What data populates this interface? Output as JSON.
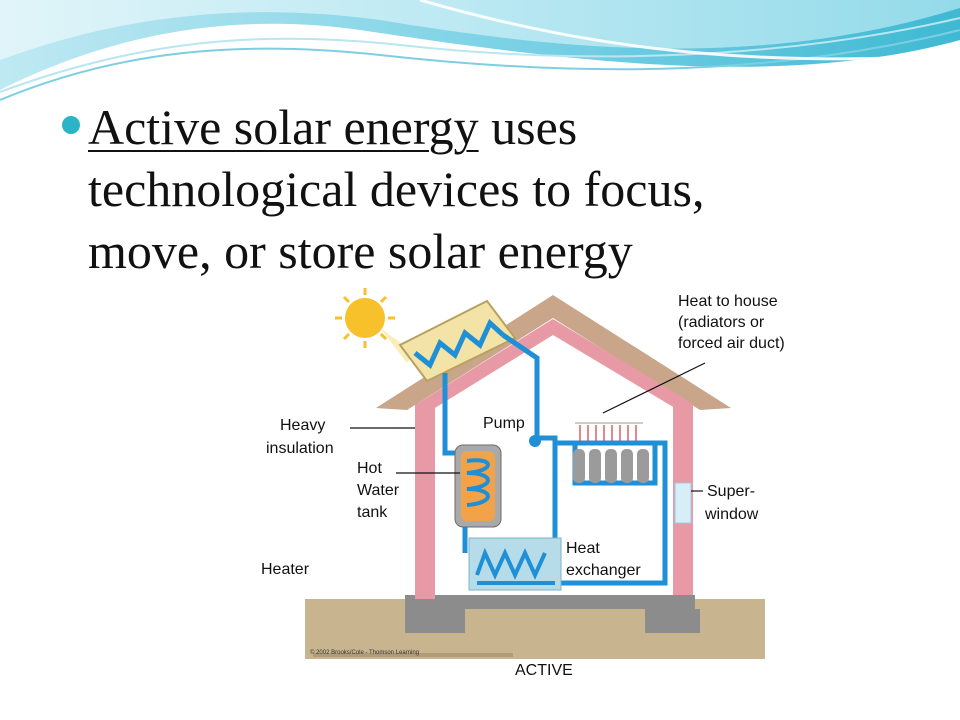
{
  "bullet": {
    "term": "Active solar energy",
    "rest_line1": " uses",
    "line2": "technological devices to focus,",
    "line3": "move, or store solar energy"
  },
  "diagram": {
    "labels": {
      "heat_to_house_1": "Heat to house",
      "heat_to_house_2": "(radiators or",
      "heat_to_house_3": "forced air duct)",
      "pump": "Pump",
      "heavy": "Heavy",
      "insulation": "insulation",
      "hot": "Hot",
      "water": "Water",
      "tank": "tank",
      "super": "Super-",
      "window": "window",
      "heat": "Heat",
      "exchanger": "exchanger",
      "heater": "Heater",
      "active": "ACTIVE",
      "copyright": "© 2002 Brooks/Cole - Thomson Learning"
    },
    "colors": {
      "wall": "#e79aa6",
      "pipe": "#1f8fd6",
      "roof": "#c9a58a",
      "ground": "#c8b48f",
      "slab": "#8c8c8c"
    }
  }
}
